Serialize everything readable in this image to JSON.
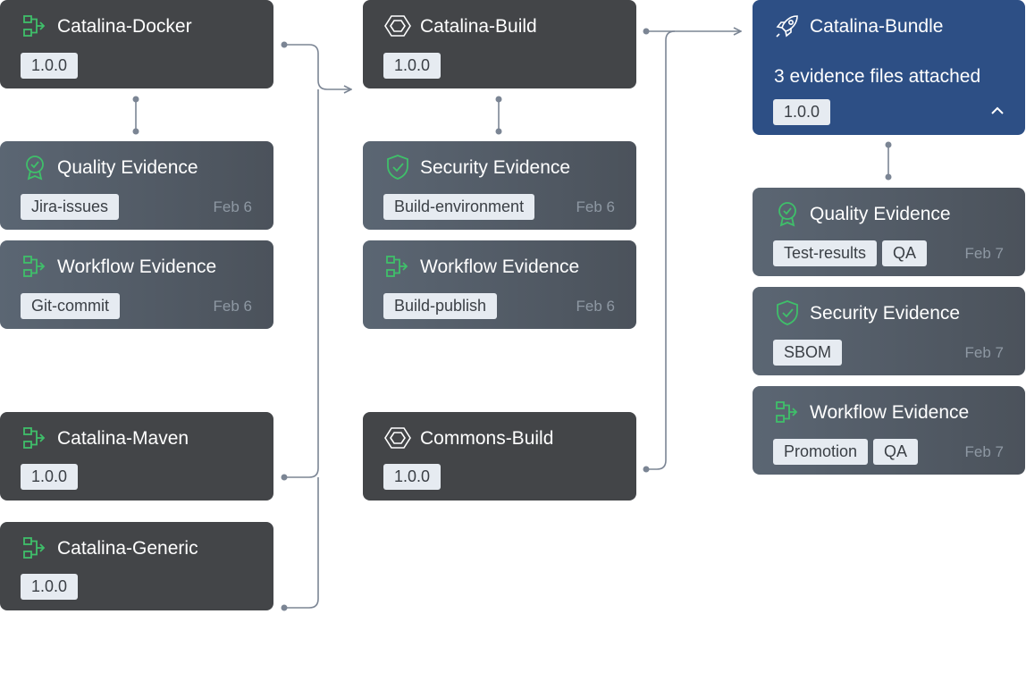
{
  "nodes": {
    "catalina_docker": {
      "name": "Catalina-Docker",
      "version": "1.0.0"
    },
    "catalina_maven": {
      "name": "Catalina-Maven",
      "version": "1.0.0"
    },
    "catalina_generic": {
      "name": "Catalina-Generic",
      "version": "1.0.0"
    },
    "catalina_build": {
      "name": "Catalina-Build",
      "version": "1.0.0"
    },
    "commons_build": {
      "name": "Commons-Build",
      "version": "1.0.0"
    },
    "catalina_bundle": {
      "name": "Catalina-Bundle",
      "version": "1.0.0",
      "evidence_summary": "3 evidence files attached"
    }
  },
  "evidence": {
    "docker_quality": {
      "title": "Quality Evidence",
      "tags": [
        "Jira-issues"
      ],
      "date": "Feb 6"
    },
    "docker_workflow": {
      "title": "Workflow Evidence",
      "tags": [
        "Git-commit"
      ],
      "date": "Feb 6"
    },
    "build_security": {
      "title": "Security Evidence",
      "tags": [
        "Build-environment"
      ],
      "date": "Feb 6"
    },
    "build_workflow": {
      "title": "Workflow Evidence",
      "tags": [
        "Build-publish"
      ],
      "date": "Feb 6"
    },
    "bundle_quality": {
      "title": "Quality Evidence",
      "tags": [
        "Test-results",
        "QA"
      ],
      "date": "Feb 7"
    },
    "bundle_security": {
      "title": "Security Evidence",
      "tags": [
        "SBOM"
      ],
      "date": "Feb 7"
    },
    "bundle_workflow": {
      "title": "Workflow Evidence",
      "tags": [
        "Promotion",
        "QA"
      ],
      "date": "Feb 7"
    }
  },
  "icons": {
    "package": "package-flow-icon",
    "build": "hexagon-icon",
    "bundle": "rocket-icon",
    "quality": "award-badge-icon",
    "security": "shield-check-icon",
    "workflow": "workflow-icon"
  },
  "colors": {
    "package_card": "#434548",
    "evidence_card": "#556068",
    "bundle_card": "#2d4f85",
    "icon_green": "#3fbf6a",
    "tag_bg": "#e6ebf1",
    "connector": "#7b8594"
  }
}
